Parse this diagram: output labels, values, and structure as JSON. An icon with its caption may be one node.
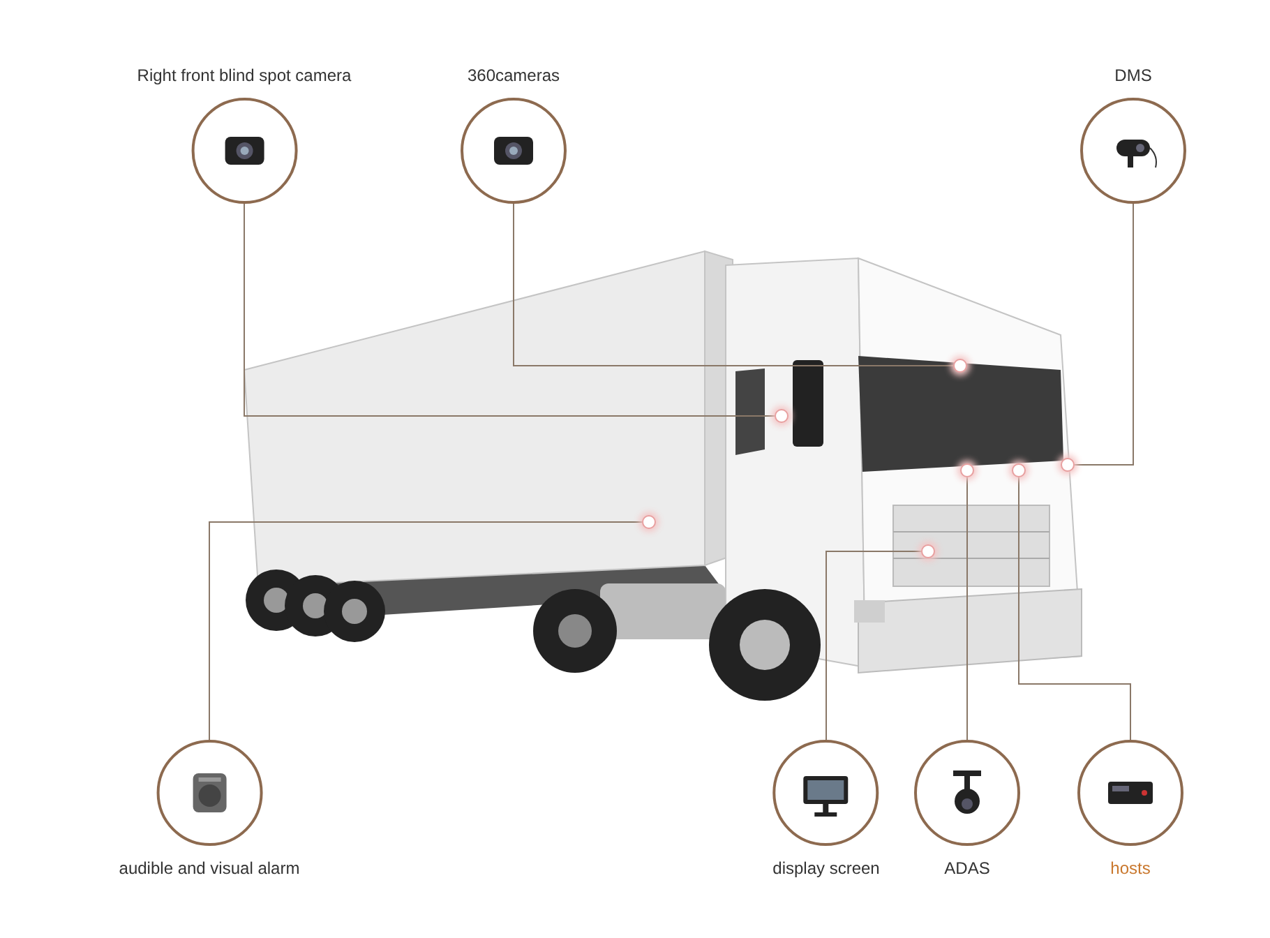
{
  "diagram": {
    "nodes": [
      {
        "text": [
          "Right front blind spot camera"
        ]
      },
      {
        "text": [
          "360cameras"
        ]
      },
      {
        "text": [
          "DMS"
        ]
      },
      {
        "text": [
          "audible and visual alarm"
        ]
      },
      {
        "text": [
          "display screen"
        ]
      },
      {
        "text": [
          "ADAS"
        ]
      },
      {
        "text": [
          "hosts"
        ]
      },
      {
        "text": [],
        "shape": "circle"
      },
      {
        "text": [],
        "shape": "circle"
      },
      {
        "text": [],
        "shape": "circle"
      },
      {
        "text": [],
        "shape": "circle"
      },
      {
        "text": [],
        "shape": "circle"
      },
      {
        "text": [],
        "shape": "circle"
      },
      {
        "text": [],
        "shape": "circle"
      }
    ],
    "edges": [
      {
        "from": 0,
        "to": 7,
        "arrow": "none"
      },
      {
        "from": 1,
        "to": 8,
        "arrow": "none"
      },
      {
        "from": 2,
        "to": 9,
        "arrow": "none"
      },
      {
        "from": 3,
        "to": 10,
        "arrow": "none"
      },
      {
        "from": 4,
        "to": 11,
        "arrow": "none"
      },
      {
        "from": 5,
        "to": 12,
        "arrow": "none"
      },
      {
        "from": 6,
        "to": 13,
        "arrow": "none"
      }
    ]
  }
}
